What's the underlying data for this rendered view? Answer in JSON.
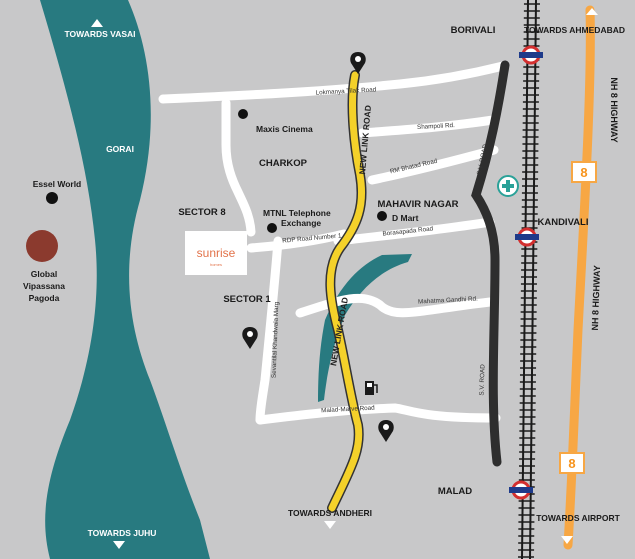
{
  "labels": {
    "towards_vasai": "TOWARDS VASAI",
    "towards_juhu": "TOWARDS JUHU",
    "towards_ahmedabad": "TOWARDS AHMEDABAD",
    "towards_andheri": "TOWARDS ANDHERI",
    "towards_airport": "TOWARDS AIRPORT",
    "gorai": "GORAI",
    "essel_world": "Essel World",
    "pagoda_line1": "Global",
    "pagoda_line2": "Vipassana",
    "pagoda_line3": "Pagoda",
    "borivali": "BORIVALI",
    "charkop": "CHARKOP",
    "sector8": "SECTOR 8",
    "sector1": "SECTOR 1",
    "mahavir_nagar": "MAHAVIR NAGAR",
    "kandivali": "KANDIVALI",
    "malad": "MALAD",
    "maxis_cinema": "Maxis Cinema",
    "mtnl_line1": "MTNL Telephone",
    "mtnl_line2": "Exchange",
    "d_mart": "D Mart"
  },
  "roads": {
    "lokmanya_tilak": "Lokmanya Tilak Road",
    "shampoli": "Shampoli Rd.",
    "rm_bhatad": "RM Bhatad Road",
    "rdp_number_1": "RDP Road Number 1",
    "borasapada": "Borasapada Road",
    "mahatma_gandhi": "Mahatma Gandhi Rd.",
    "malad_marve": "Malad-Marve Road",
    "sevantilal": "Sevantilal Khandwala Marg",
    "new_link_road_1": "NEW LINK ROAD",
    "new_link_road_2": "NEW LINK ROAD",
    "sv_road_1": "S.V. ROAD",
    "sv_road_2": "S.V. ROAD",
    "nh8_1": "NH 8 HIGHWAY",
    "nh8_2": "NH 8 HIGHWAY"
  },
  "highway_badges": [
    "8",
    "8"
  ],
  "project_logo": {
    "brand": "sunrise",
    "subtitle": "homes"
  },
  "colors": {
    "background": "#c8c8c9",
    "creek": "#287a80",
    "roads": "#ffffff",
    "link_road": "#f4d12a",
    "highway": "#f7a744",
    "sv_road": "#2e2e2e",
    "rail_station": "#1e3a8a",
    "station_red": "#d32f2f",
    "pagoda": "#8b3a2e",
    "hospital": "#2aa198"
  },
  "icons": [
    "location-pin-icon",
    "hospital-icon",
    "petrol-pump-icon",
    "railway-station-icon",
    "direction-arrow-icon"
  ]
}
